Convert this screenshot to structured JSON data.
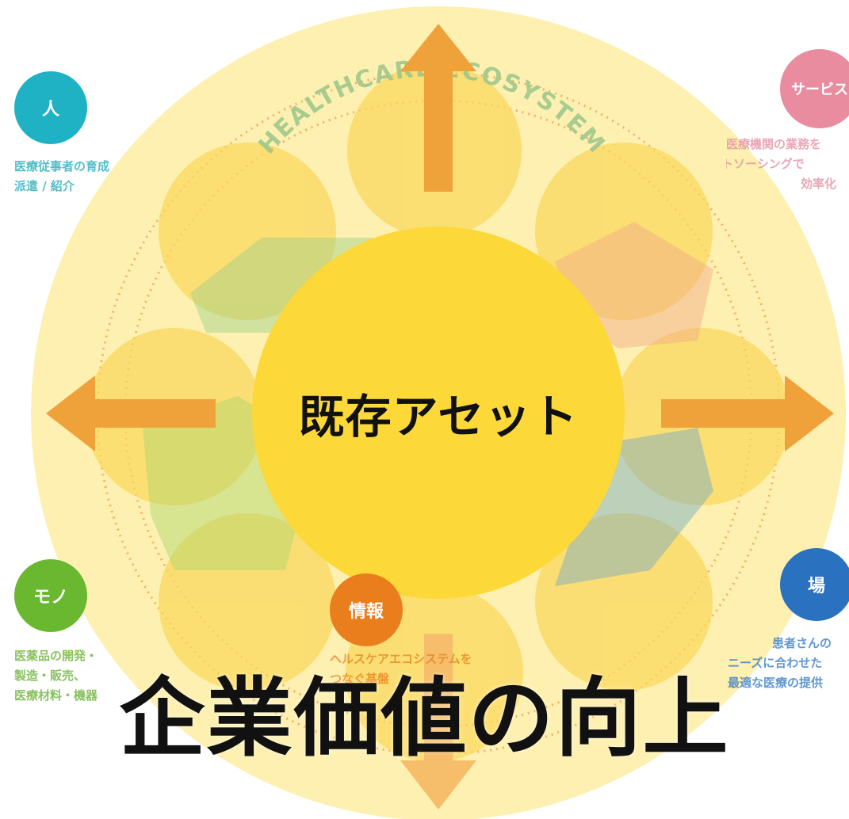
{
  "center": {
    "label": "既存アセット"
  },
  "arc_text": "HEALTHCARE ECOSYSTEM",
  "nodes": {
    "people": {
      "label": "人",
      "lines": [
        "医療従事者の育成",
        "派遣 / 紹介"
      ],
      "color": "#1fb2c4",
      "text_color": "#1aa7b8"
    },
    "service": {
      "label": "サービス",
      "lines": [
        "医療機関の業務を",
        "アウトソーシングで",
        "効率化"
      ],
      "color": "#e98ca0",
      "text_color": "#e38aa0"
    },
    "goods": {
      "label": "モノ",
      "lines": [
        "医薬品の開発・",
        "製造・販売、",
        "医療材料・機器"
      ],
      "color": "#69b830",
      "text_color": "#62ad2c"
    },
    "info": {
      "label": "情報",
      "lines": [
        "ヘルスケアエコシステムを",
        "つなぐ基盤"
      ],
      "color": "#ea7d1c",
      "text_color": "#e8801c"
    },
    "place": {
      "label": "場",
      "lines": [
        "患者さんの",
        "ニーズに合わせた",
        "最適な医療の提供"
      ],
      "color": "#2a72c0",
      "text_color": "#2c75c2"
    }
  },
  "bottom_title": "企業価値の向上",
  "colors": {
    "outer_disc": "#fdf0b0",
    "petal": "#fbd75a",
    "center_disc": "#fcd838",
    "arrow": "#f0a23a",
    "arrow_light": "#f6bd6a",
    "dots": "#ec7d2c"
  }
}
